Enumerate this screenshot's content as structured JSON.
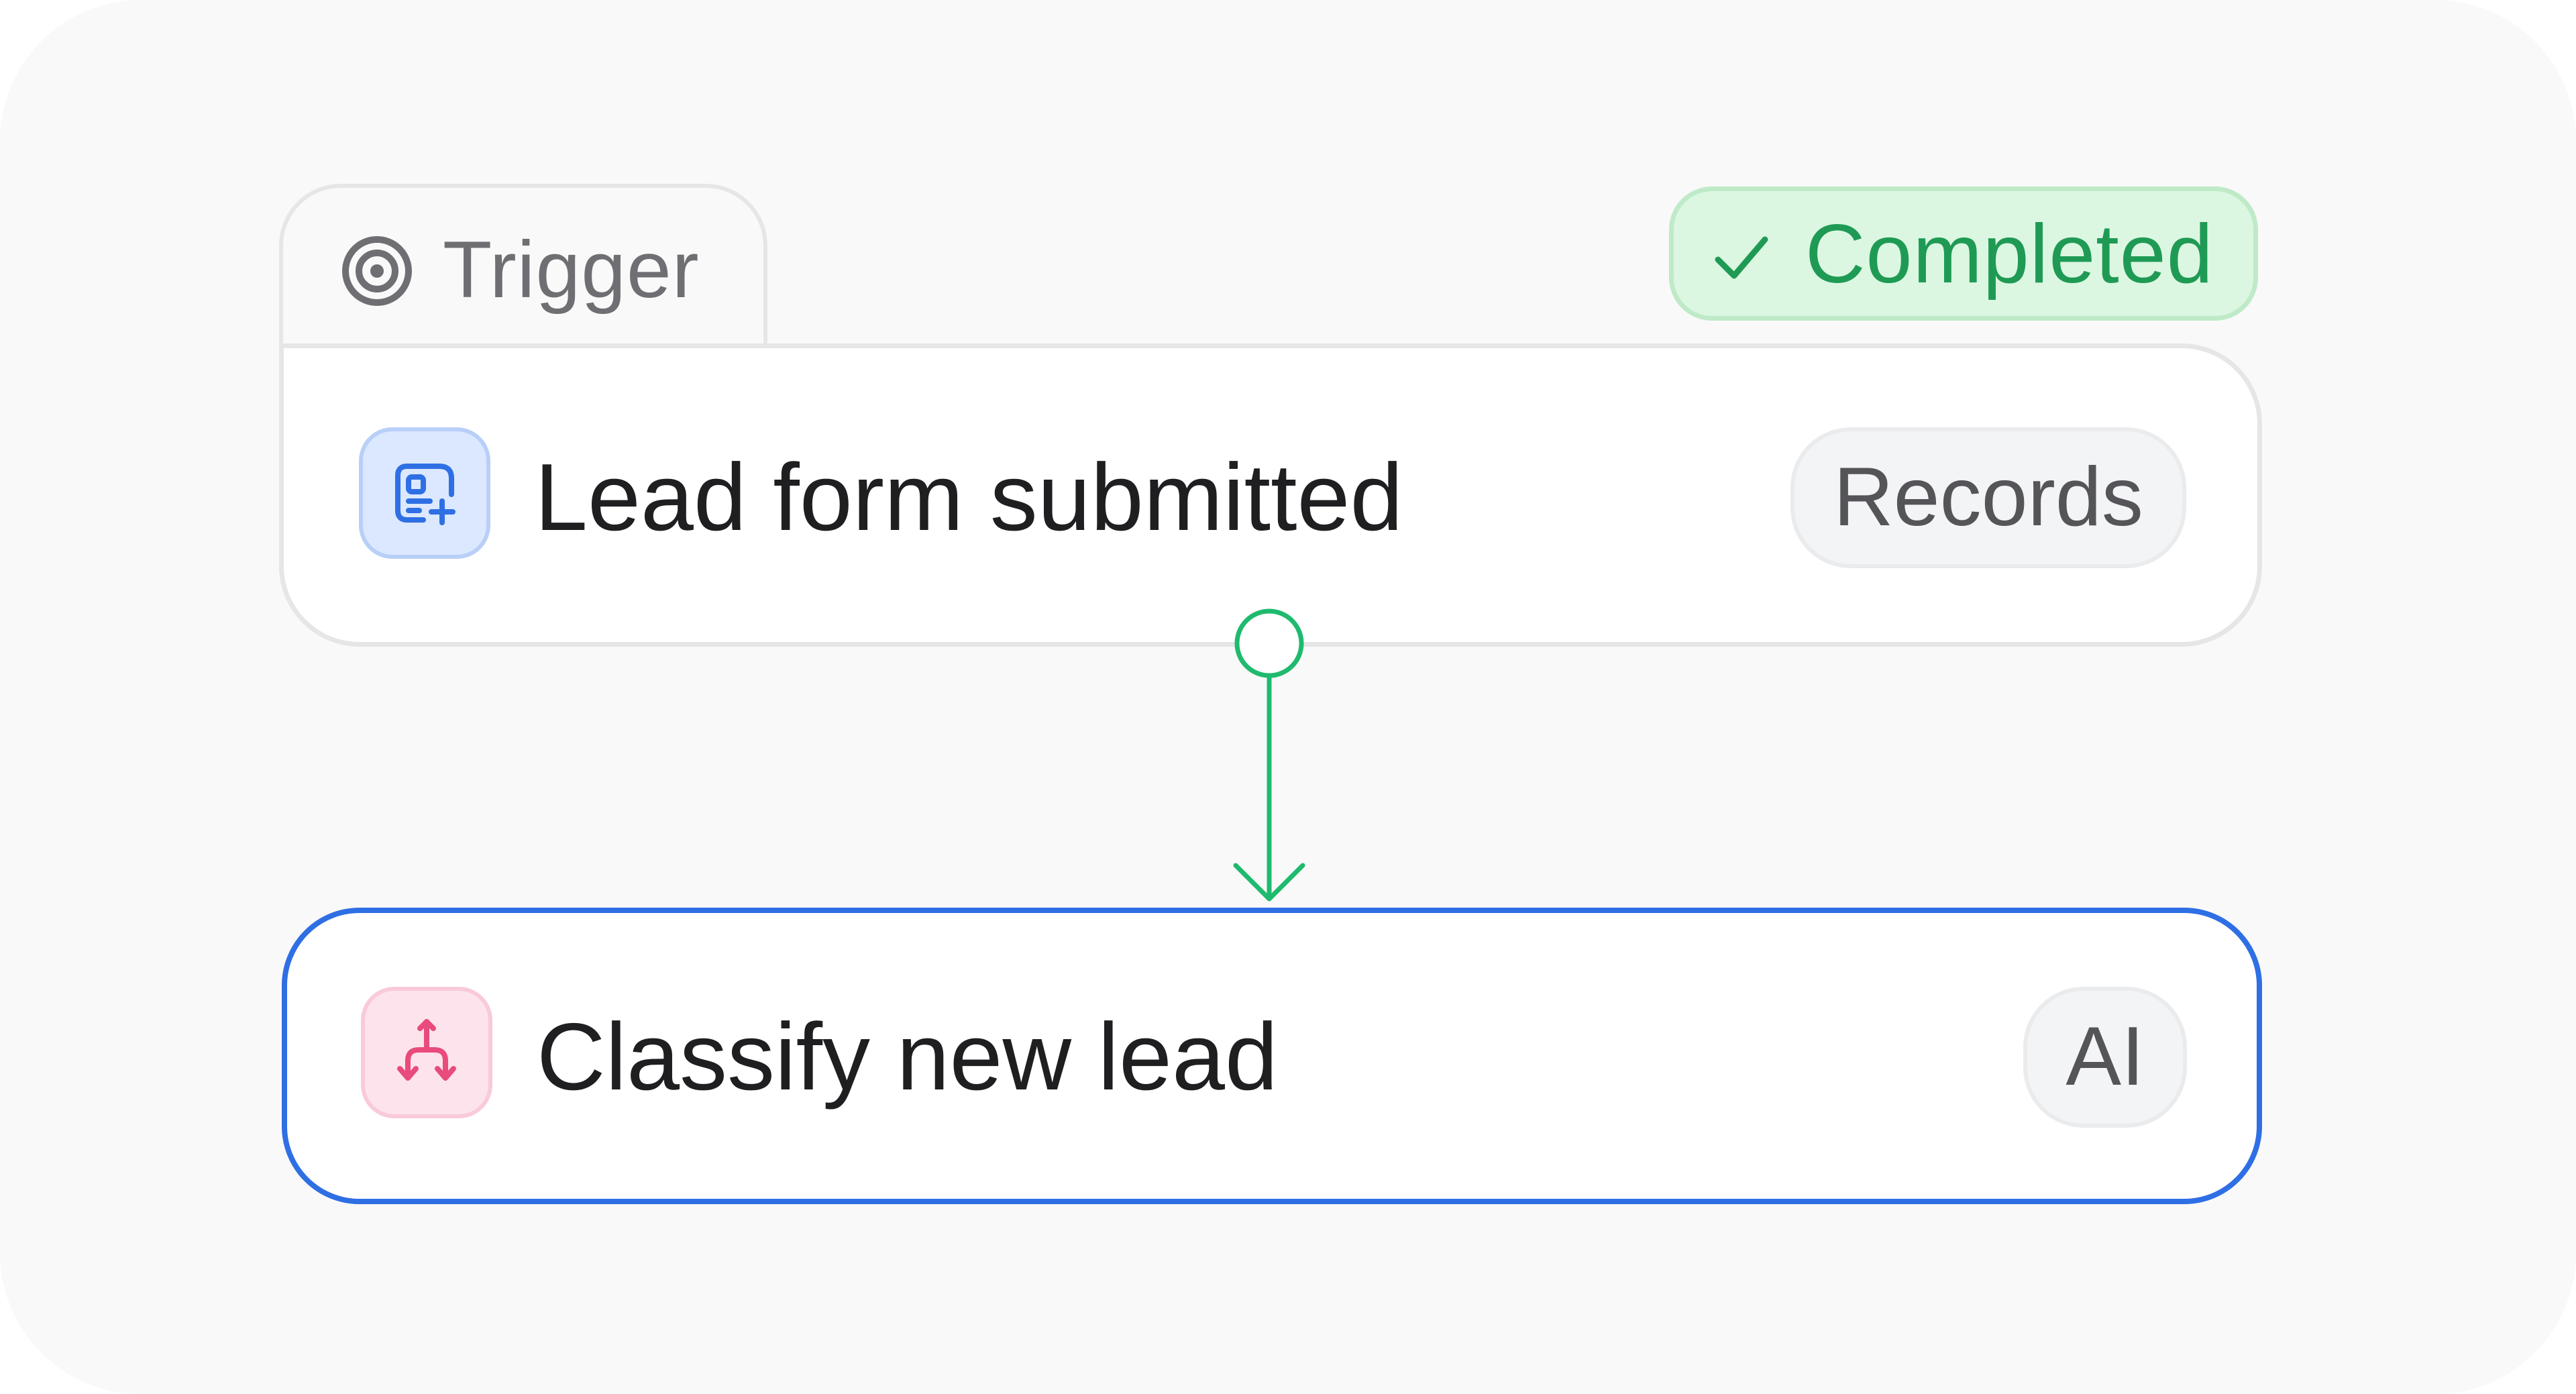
{
  "trigger_tab": {
    "label": "Trigger",
    "icon": "target-icon"
  },
  "status": {
    "label": "Completed",
    "icon": "check-icon",
    "color": "#1f9a55"
  },
  "nodes": [
    {
      "title": "Lead form submitted",
      "tag": "Records",
      "icon": "form-add-icon",
      "accent": "#2f6fe4"
    },
    {
      "title": "Classify new lead",
      "tag": "AI",
      "icon": "branch-split-icon",
      "accent": "#e94b7c"
    }
  ],
  "connector_color": "#1fba6e",
  "selected_border_color": "#2f6fe4"
}
